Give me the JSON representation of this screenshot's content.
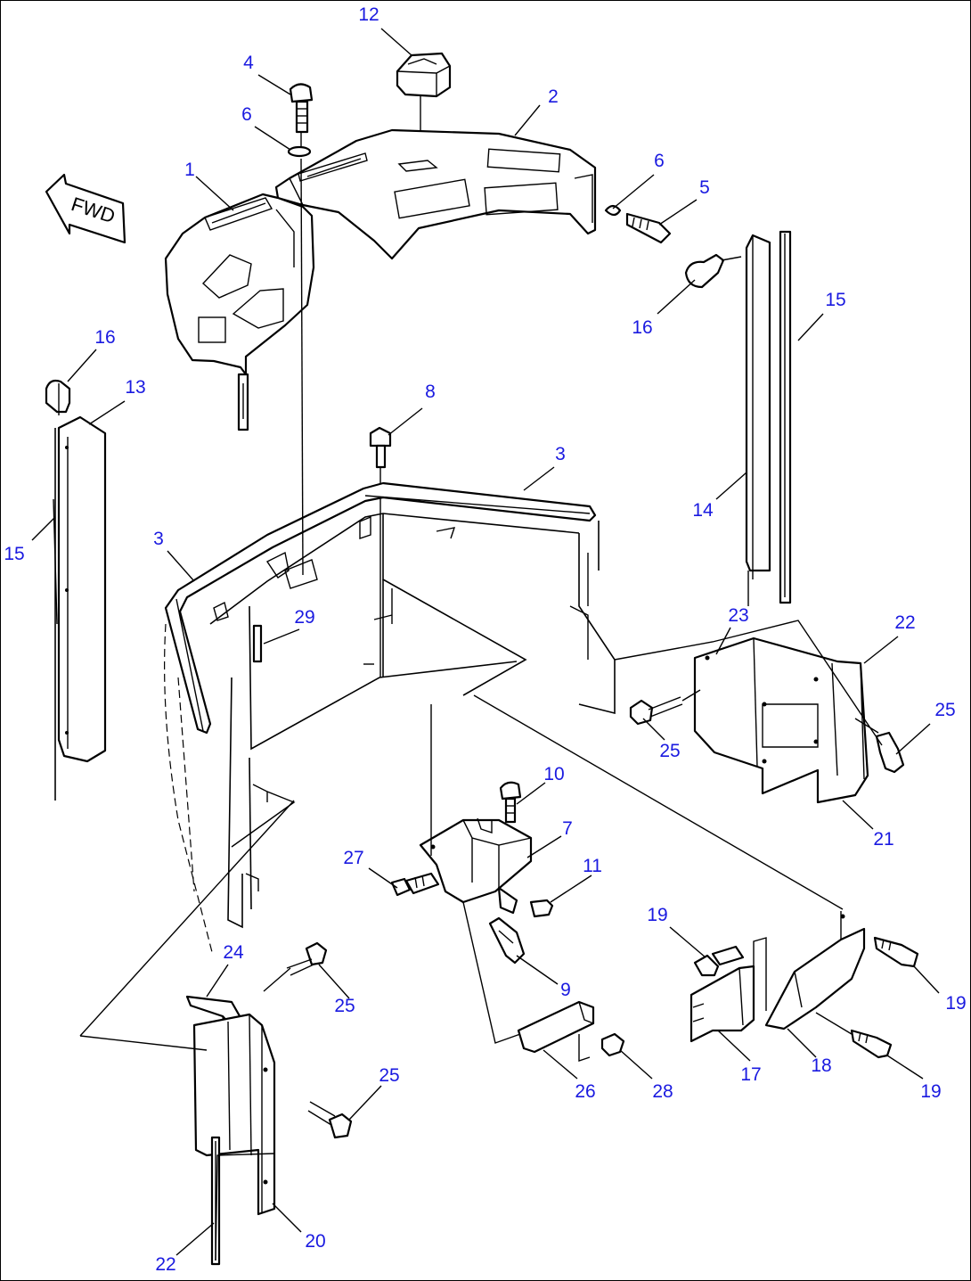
{
  "diagram": {
    "direction_marker": "FWD",
    "colors": {
      "callout": "#1a1ae0",
      "line": "#000000",
      "background": "#ffffff"
    },
    "callouts": [
      {
        "id": "c12",
        "text": "12"
      },
      {
        "id": "c4",
        "text": "4"
      },
      {
        "id": "c2",
        "text": "2"
      },
      {
        "id": "c6a",
        "text": "6"
      },
      {
        "id": "c6b",
        "text": "6"
      },
      {
        "id": "c5",
        "text": "5"
      },
      {
        "id": "c1",
        "text": "1"
      },
      {
        "id": "c16a",
        "text": "16"
      },
      {
        "id": "c15a",
        "text": "15"
      },
      {
        "id": "c16b",
        "text": "16"
      },
      {
        "id": "c13",
        "text": "13"
      },
      {
        "id": "c8",
        "text": "8"
      },
      {
        "id": "c3a",
        "text": "3"
      },
      {
        "id": "c14",
        "text": "14"
      },
      {
        "id": "c3b",
        "text": "3"
      },
      {
        "id": "c15b",
        "text": "15"
      },
      {
        "id": "c29",
        "text": "29"
      },
      {
        "id": "c23",
        "text": "23"
      },
      {
        "id": "c22a",
        "text": "22"
      },
      {
        "id": "c25a",
        "text": "25"
      },
      {
        "id": "c25b",
        "text": "25"
      },
      {
        "id": "c10",
        "text": "10"
      },
      {
        "id": "c21",
        "text": "21"
      },
      {
        "id": "c7",
        "text": "7"
      },
      {
        "id": "c27",
        "text": "27"
      },
      {
        "id": "c11",
        "text": "11"
      },
      {
        "id": "c19a",
        "text": "19"
      },
      {
        "id": "c19b",
        "text": "19"
      },
      {
        "id": "c24",
        "text": "24"
      },
      {
        "id": "c9",
        "text": "9"
      },
      {
        "id": "c25c",
        "text": "25"
      },
      {
        "id": "c17",
        "text": "17"
      },
      {
        "id": "c18",
        "text": "18"
      },
      {
        "id": "c19c",
        "text": "19"
      },
      {
        "id": "c26",
        "text": "26"
      },
      {
        "id": "c28",
        "text": "28"
      },
      {
        "id": "c25d",
        "text": "25"
      },
      {
        "id": "c20",
        "text": "20"
      },
      {
        "id": "c22b",
        "text": "22"
      }
    ]
  }
}
